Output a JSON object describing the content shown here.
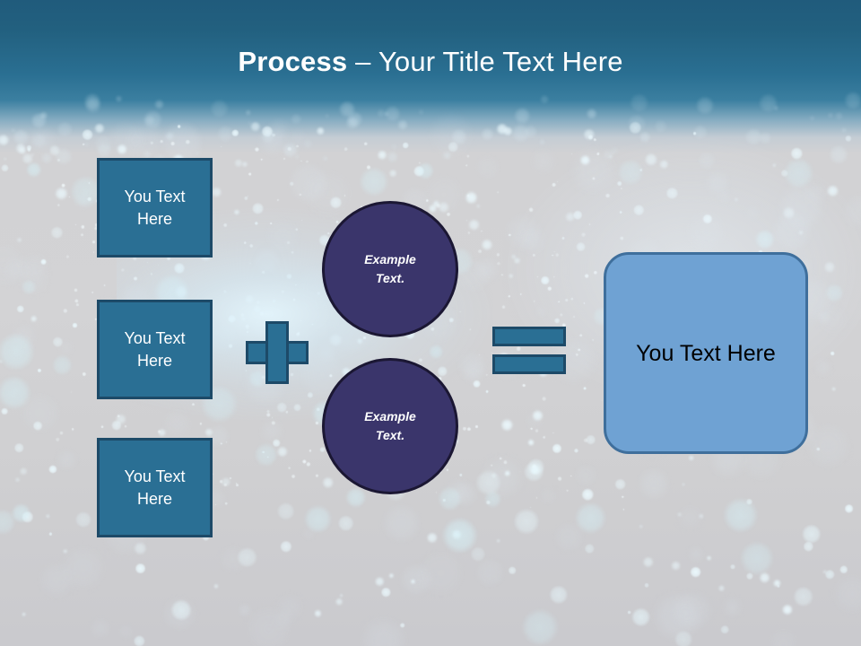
{
  "slide": {
    "title": {
      "strong": "Process",
      "rest": " – Your Title Text Here"
    },
    "theme": {
      "header_top_color": "#205b7c",
      "header_bottom_color": "#3b7fa0",
      "background_color": "#d2d2d4",
      "teal_fill": "#2a6f94",
      "teal_border": "#1d4a68",
      "circle_fill": "#3a356b",
      "circle_border": "#1b1733",
      "result_fill": "#6fa2d3",
      "result_border": "#3f6f9c",
      "title_text_color": "#ffffff",
      "result_text_color": "#000000"
    },
    "input_boxes": [
      {
        "label": "You Text\nHere",
        "line1": "You Text",
        "line2": "Here"
      },
      {
        "label": "You Text\nHere",
        "line1": "You Text",
        "line2": "Here"
      },
      {
        "label": "You Text\nHere",
        "line1": "You Text",
        "line2": "Here"
      }
    ],
    "operators": {
      "plus": "+",
      "equals": "="
    },
    "circles": [
      {
        "line1": "Example",
        "line2": "Text."
      },
      {
        "line1": "Example",
        "line2": "Text."
      }
    ],
    "result": {
      "label": "You Text Here"
    }
  }
}
